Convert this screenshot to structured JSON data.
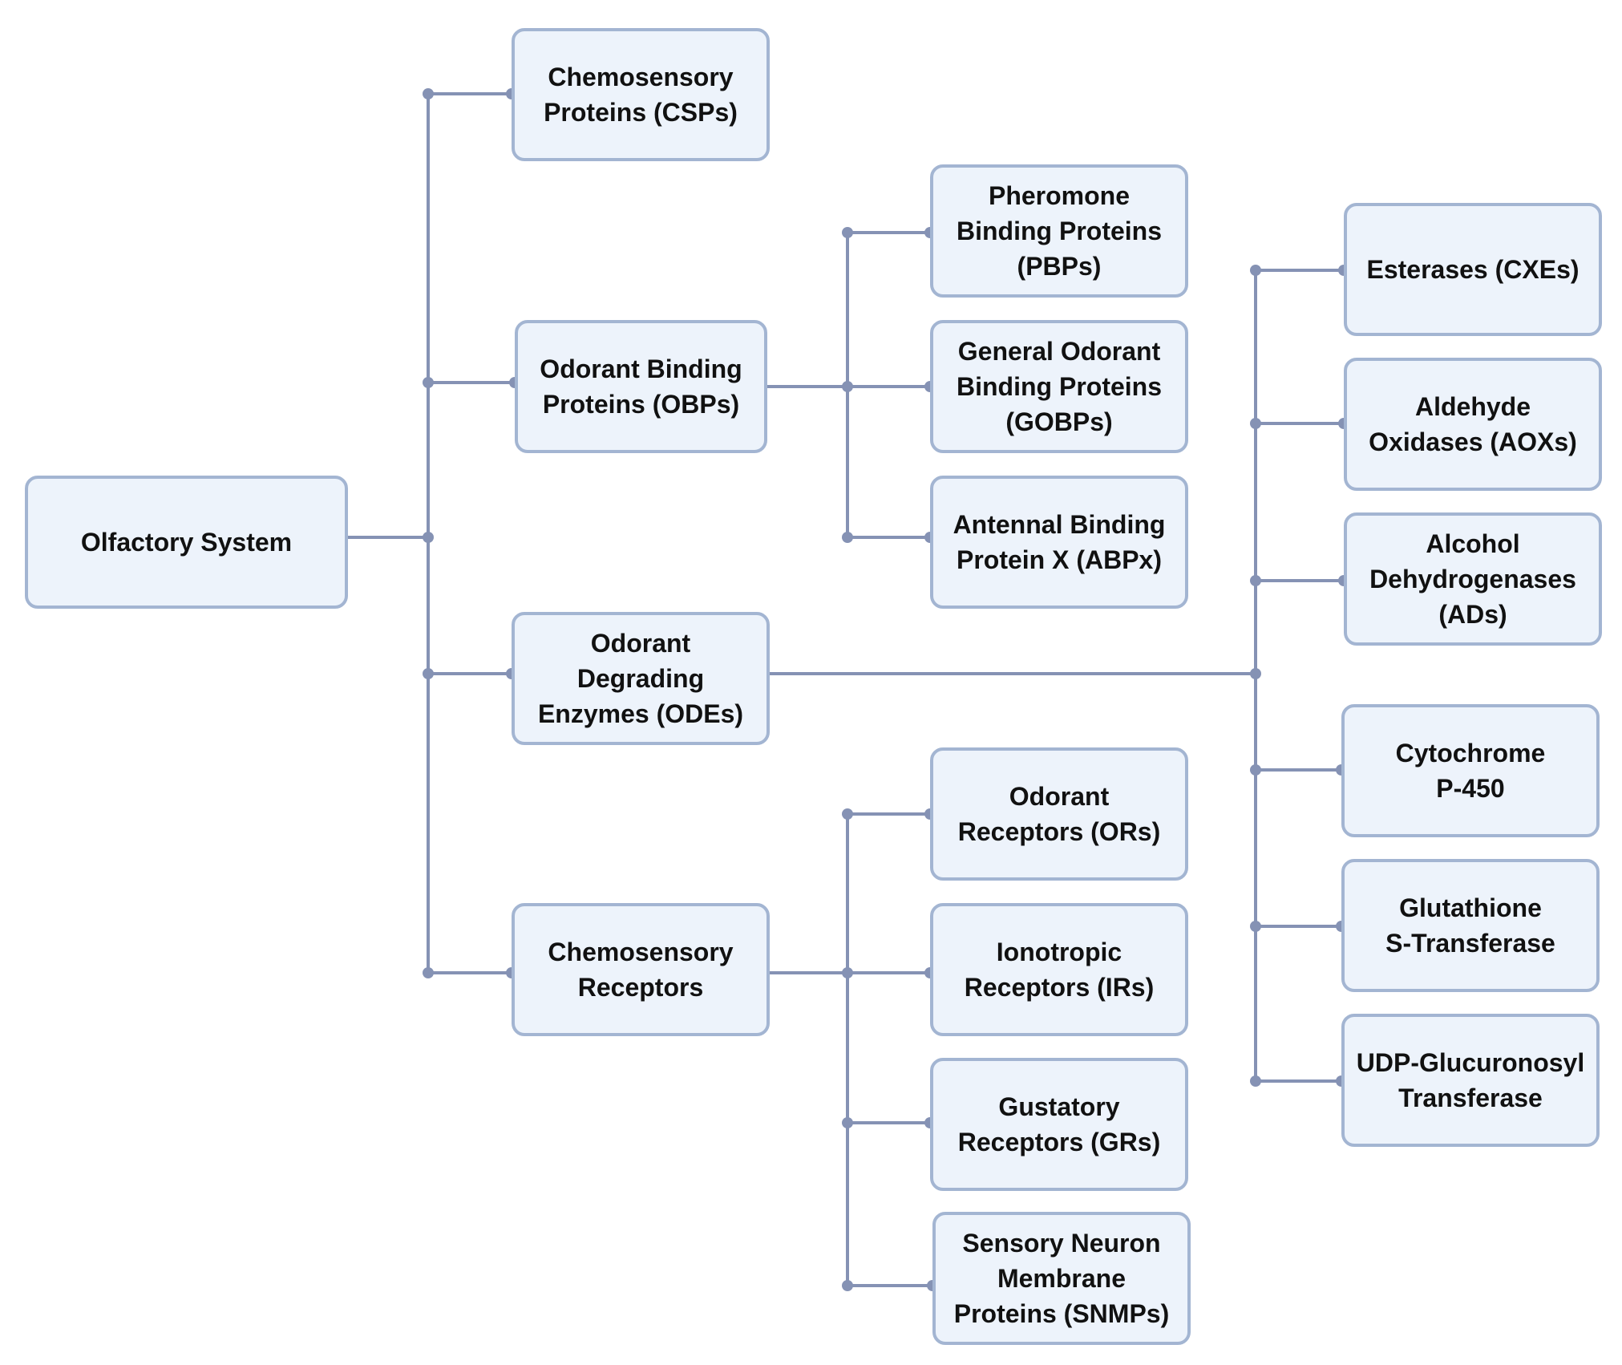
{
  "colors": {
    "box_fill": "#edf3fb",
    "box_border": "#a3b5d2",
    "connector": "#8592b4",
    "text": "#111111"
  },
  "nodes": {
    "root": "Olfactory System",
    "csp": "Chemosensory\nProteins (CSPs)",
    "obp": "Odorant Binding\nProteins (OBPs)",
    "ode": "Odorant\nDegrading\nEnzymes (ODEs)",
    "cr": "Chemosensory\nReceptors",
    "pbp": "Pheromone\nBinding Proteins\n(PBPs)",
    "gobp": "General Odorant\nBinding Proteins\n(GOBPs)",
    "abpx": "Antennal Binding\nProtein X (ABPx)",
    "or": "Odorant\nReceptors (ORs)",
    "ir": "Ionotropic\nReceptors (IRs)",
    "gr": "Gustatory\nReceptors (GRs)",
    "snmp": "Sensory Neuron\nMembrane\nProteins (SNMPs)",
    "cxe": "Esterases (CXEs)",
    "aox": "Aldehyde\nOxidases (AOXs)",
    "ad": "Alcohol\nDehydrogenases\n(ADs)",
    "cyp": "Cytochrome\nP-450",
    "gst": "Glutathione\nS-Transferase",
    "ugt": "UDP-Glucuronosyl\nTransferase"
  }
}
